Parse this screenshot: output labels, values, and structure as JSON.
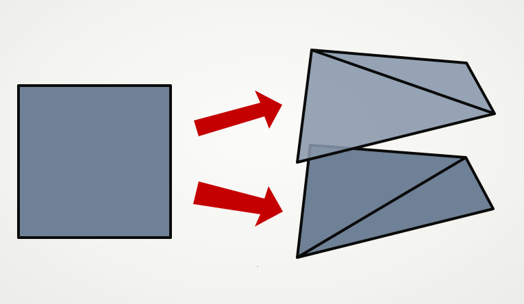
{
  "colors": {
    "background": "#f6f6f3",
    "square_fill": "#6f8196",
    "upper_quad_fill": "#8797ab",
    "lower_quad_fill": "#6f8196",
    "arrow_fill": "#c50000",
    "stroke": "#0a0a0a"
  },
  "shapes": {
    "source": "square",
    "targets": [
      "upper-quadrilateral-split-into-two-triangles",
      "lower-quadrilateral-split-into-two-triangles"
    ],
    "arrow_count": 2
  }
}
